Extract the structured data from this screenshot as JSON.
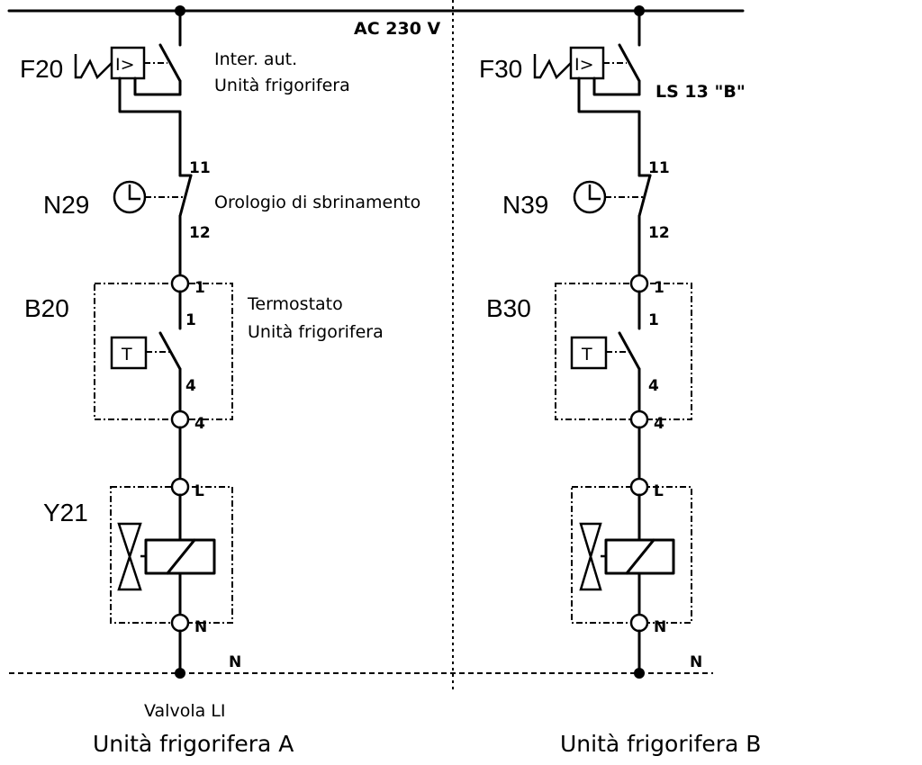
{
  "supply": {
    "phase_label": "AC 230 V",
    "neutral_label": "N"
  },
  "circuit_a": {
    "breaker": {
      "tag": "F20",
      "symbol": "I>",
      "note_line1": "Inter. aut.",
      "note_line2": "Unità frigorifera"
    },
    "timer": {
      "tag": "N29",
      "note": "Orologio di sbrinamento",
      "pin_top": "11",
      "pin_bottom": "12"
    },
    "thermostat": {
      "tag": "B20",
      "symbol": "T",
      "note_line1": "Termostato",
      "note_line2": "Unità frigorifera",
      "term_top": "1",
      "contact_top": "1",
      "contact_bottom": "4",
      "term_bottom": "4"
    },
    "valve": {
      "tag": "Y21",
      "term_top": "L",
      "term_bottom": "N",
      "caption": "Valvola LI"
    },
    "caption": "Unità frigorifera A"
  },
  "circuit_b": {
    "breaker": {
      "tag": "F30",
      "symbol": "I>",
      "note": "LS 13 \"B\""
    },
    "timer": {
      "tag": "N39",
      "pin_top": "11",
      "pin_bottom": "12"
    },
    "thermostat": {
      "tag": "B30",
      "symbol": "T",
      "term_top": "1",
      "contact_top": "1",
      "contact_bottom": "4",
      "term_bottom": "4"
    },
    "valve": {
      "term_top": "L",
      "term_bottom": "N"
    },
    "caption": "Unità frigorifera B"
  }
}
